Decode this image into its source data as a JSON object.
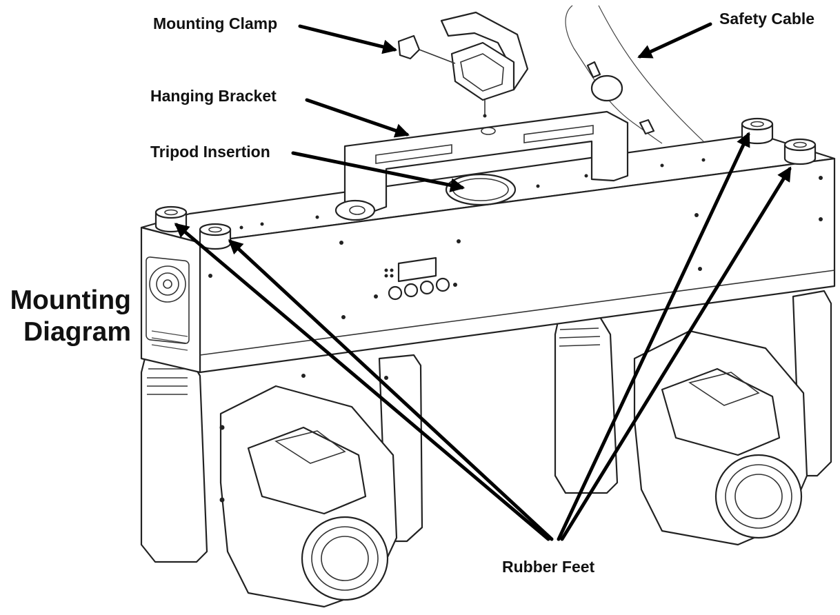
{
  "title": {
    "line1": "Mounting",
    "line2": "Diagram"
  },
  "callouts": {
    "mounting_clamp": "Mounting Clamp",
    "hanging_bracket": "Hanging Bracket",
    "tripod_insertion": "Tripod Insertion",
    "safety_cable": "Safety Cable",
    "rubber_feet": "Rubber Feet"
  },
  "colors": {
    "ink": "#111111",
    "background": "#ffffff"
  }
}
